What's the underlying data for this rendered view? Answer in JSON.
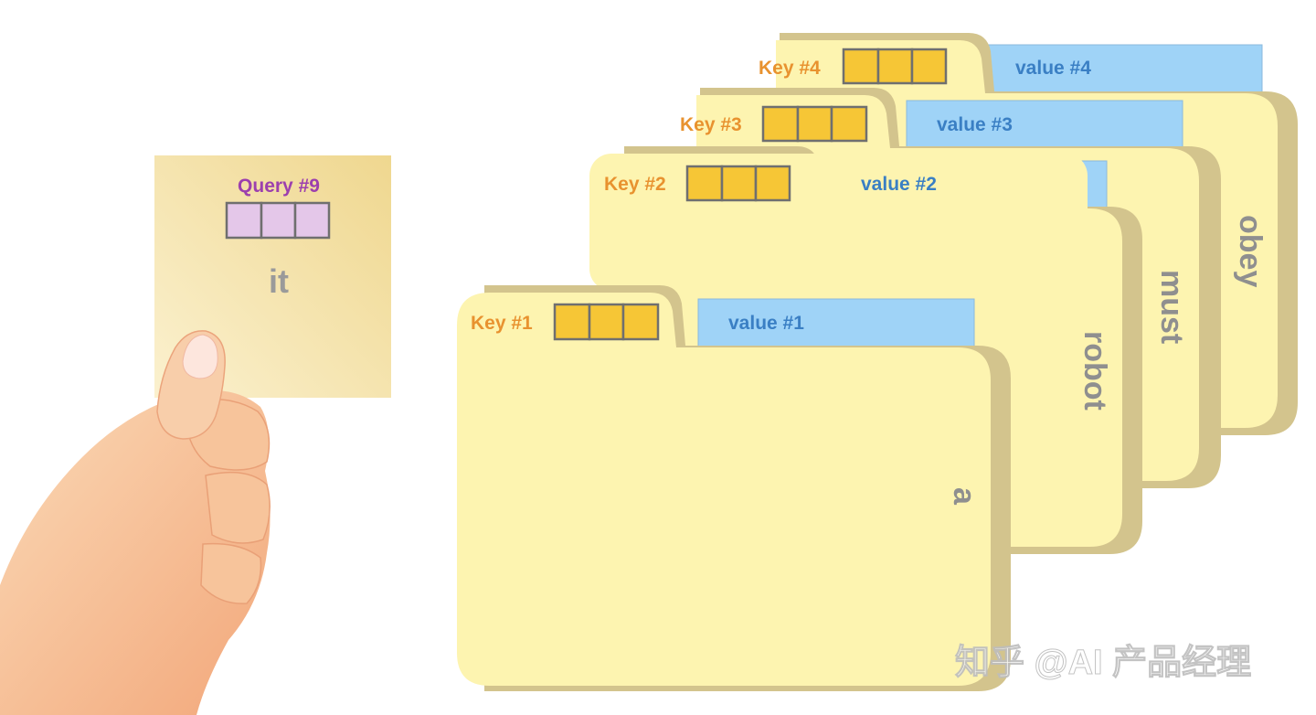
{
  "colors": {
    "folder_fill": "#fdf4b0",
    "folder_shadow": "#d3c48d",
    "value_fill": "#9fd3f7",
    "key_cell": "#f6c636",
    "query_cell": "#e4c7e9",
    "cell_border": "#6f6f6f",
    "query_card": "#f3dfa2",
    "skin": "#f6c7a0"
  },
  "query": {
    "label": "Query #9",
    "word": "it",
    "cells": 3
  },
  "folders": [
    {
      "key_label": "Key #4",
      "value_label": "value #4",
      "word": "obey",
      "cells": 3
    },
    {
      "key_label": "Key #3",
      "value_label": "value #3",
      "word": "must",
      "cells": 3
    },
    {
      "key_label": "Key #2",
      "value_label": "value #2",
      "word": "robot",
      "cells": 3
    },
    {
      "key_label": "Key #1",
      "value_label": "value #1",
      "word": "a",
      "cells": 3
    }
  ],
  "watermark": "知乎 @AI 产品经理"
}
